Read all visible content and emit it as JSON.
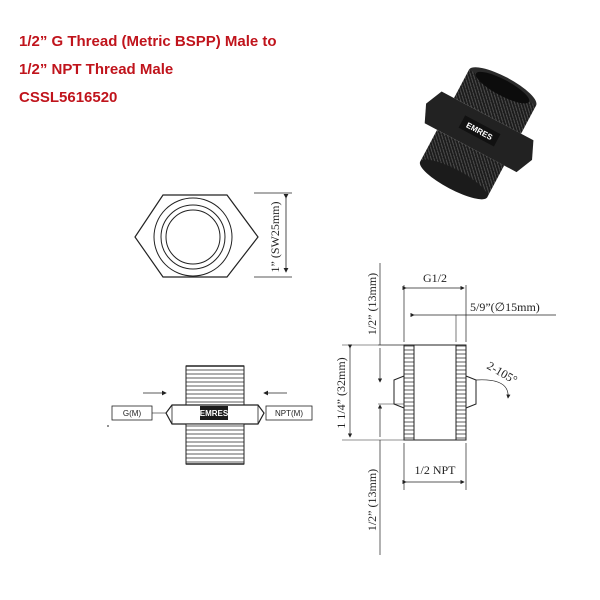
{
  "header": {
    "line1": "1/2” G Thread (Metric BSPP) Male to",
    "line2": "1/2” NPT Thread Male",
    "sku": "CSSL5616520"
  },
  "front_view": {
    "label_left": "G(M)",
    "label_right": "NPT(M)",
    "brand_logo": "EMRES"
  },
  "hex_view": {
    "sw_dim": "1” (SW25mm)"
  },
  "section_view": {
    "top_thread": "G1/2",
    "top_length": "1/2” (13mm)",
    "outer_dia": "5/9”(∅15mm)",
    "total_length": "1 1/4” (32mm)",
    "chamfer": "2-105°",
    "bottom_thread": "1/2 NPT",
    "bottom_length": "1/2” (13mm)"
  },
  "colors": {
    "title": "#c0141c",
    "product_body": "#1b1b1b",
    "line": "#222222"
  }
}
